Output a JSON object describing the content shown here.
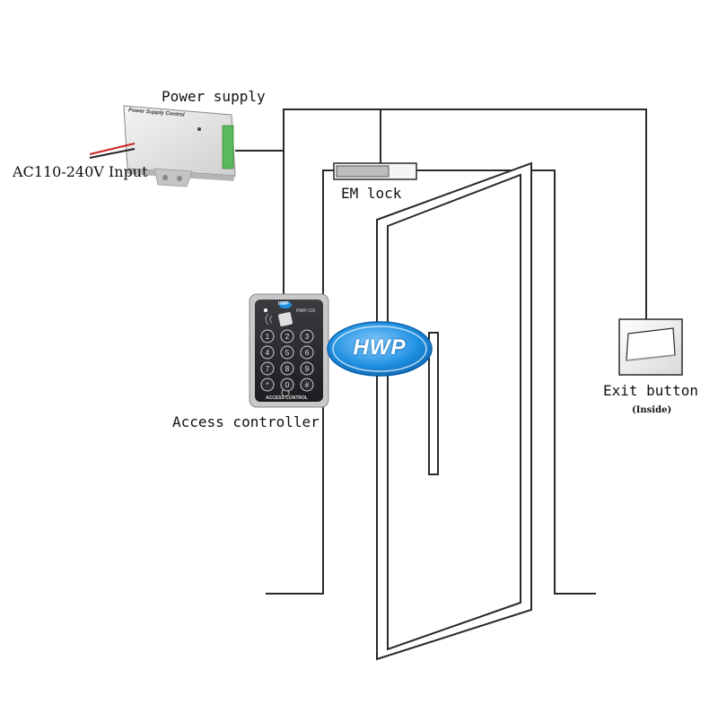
{
  "labels": {
    "power_supply": "Power supply",
    "ac_input": "AC110-240V Input",
    "em_lock": "EM lock",
    "access_controller": "Access controller",
    "exit_button": "Exit button",
    "exit_note": "(Inside)"
  },
  "power_supply_panel": {
    "title": "Power Supply Control"
  },
  "keypad": {
    "brand": "HWP",
    "model": "HWP-110",
    "footer": "ACCESS CONTROL",
    "keys": [
      "1",
      "2",
      "3",
      "4",
      "5",
      "6",
      "7",
      "8",
      "9",
      "*",
      "0",
      "#"
    ]
  },
  "logo": {
    "text": "HWP"
  },
  "colors": {
    "line": "#2a2a2a",
    "logo_blue": "#1e8fe0",
    "keypad_body": "#2b2d30",
    "device_body": "#e6e6e6",
    "terminal_green": "#5cb85c"
  }
}
